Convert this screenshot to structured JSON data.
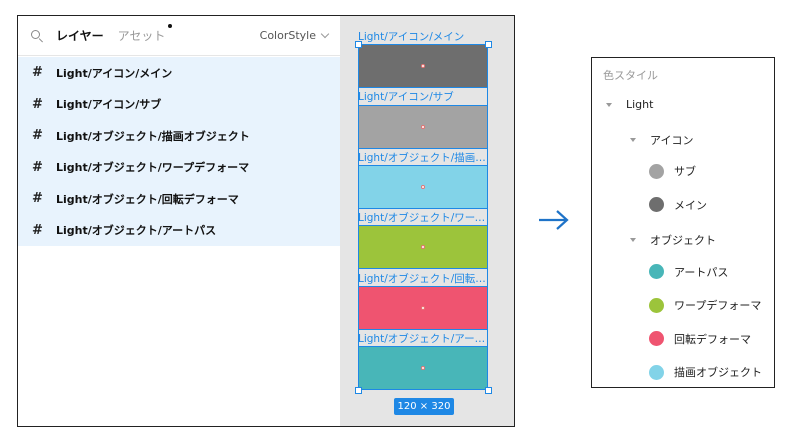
{
  "tabs": {
    "layers": "レイヤー",
    "assets": "アセット",
    "page_selector": "ColorStyle"
  },
  "layers": [
    "Light/アイコン/メイン",
    "Light/アイコン/サブ",
    "Light/オブジェクト/描画オブジェクト",
    "Light/オブジェクト/ワープデフォーマ",
    "Light/オブジェクト/回転デフォーマ",
    "Light/オブジェクト/アートパス"
  ],
  "canvas": {
    "frames": [
      {
        "label": "Light/アイコン/メイン",
        "color": "#6e6e6e"
      },
      {
        "label": "Light/アイコン/サブ",
        "color": "#a3a3a3"
      },
      {
        "label": "Light/オブジェクト/描画オブジェクト",
        "color": "#82d3e8"
      },
      {
        "label": "Light/オブジェクト/ワープデフォーマ",
        "color": "#9cc43b"
      },
      {
        "label": "Light/オブジェクト/回転デフォーマ",
        "color": "#ef5470"
      },
      {
        "label": "Light/オブジェクト/アートパス",
        "color": "#48b6b8"
      }
    ],
    "selection_size": "120 × 320",
    "accent": "#1e88e5"
  },
  "style_panel": {
    "title": "色スタイル",
    "root": "Light",
    "groups": [
      {
        "name": "アイコン",
        "styles": [
          {
            "name": "サブ",
            "color": "#a3a3a3"
          },
          {
            "name": "メイン",
            "color": "#6e6e6e"
          }
        ]
      },
      {
        "name": "オブジェクト",
        "styles": [
          {
            "name": "アートパス",
            "color": "#48b6b8"
          },
          {
            "name": "ワープデフォーマ",
            "color": "#9cc43b"
          },
          {
            "name": "回転デフォーマ",
            "color": "#ef5470"
          },
          {
            "name": "描画オブジェクト",
            "color": "#82d3e8"
          }
        ]
      }
    ]
  }
}
